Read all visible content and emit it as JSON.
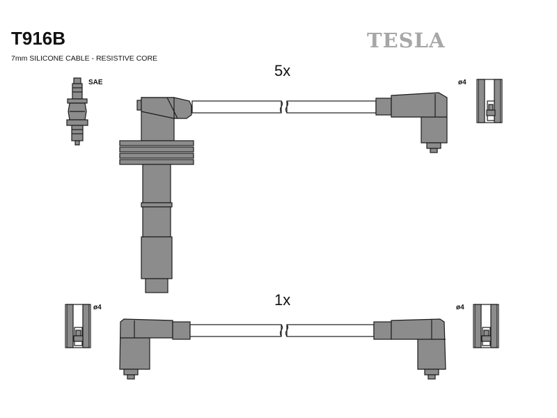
{
  "header": {
    "part_number": "T916B",
    "subtitle": "7mm SILICONE CABLE - RESISTIVE CORE",
    "brand": "TESLA"
  },
  "labels": {
    "qty_top": "5x",
    "qty_bottom": "1x",
    "spark_plug_standard": "SAE",
    "terminal_diameter": "ø4"
  },
  "colors": {
    "part_fill": "#8c8c8c",
    "cable_fill": "#ffffff",
    "outline": "#1a1a1a",
    "brand_text": "#a7a7a7"
  }
}
